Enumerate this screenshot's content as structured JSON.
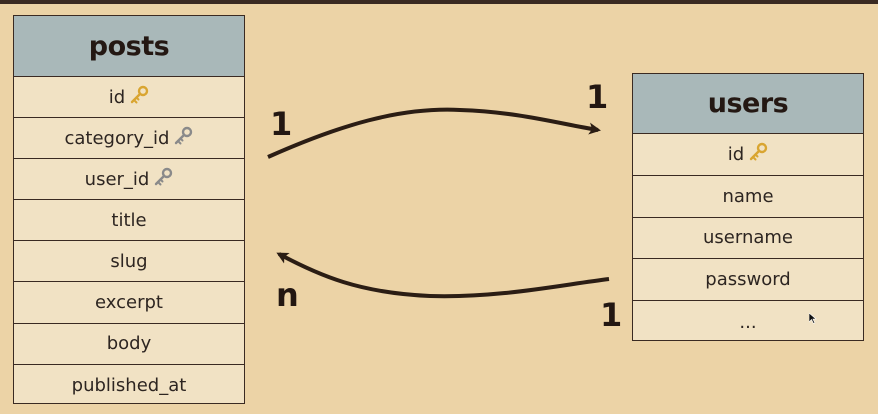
{
  "posts": {
    "title": "posts",
    "fields": [
      {
        "label": "id",
        "key": "primary"
      },
      {
        "label": "category_id",
        "key": "foreign"
      },
      {
        "label": "user_id",
        "key": "foreign"
      },
      {
        "label": "title"
      },
      {
        "label": "slug"
      },
      {
        "label": "excerpt"
      },
      {
        "label": "body"
      },
      {
        "label": "published_at"
      }
    ]
  },
  "users": {
    "title": "users",
    "fields": [
      {
        "label": "id",
        "key": "primary"
      },
      {
        "label": "name"
      },
      {
        "label": "username"
      },
      {
        "label": "password"
      },
      {
        "label": "..."
      }
    ]
  },
  "relations": {
    "top_left": "1",
    "top_right": "1",
    "bottom_left": "n",
    "bottom_right": "1"
  },
  "colors": {
    "background": "#ecd3a6",
    "header": "#a9b8b9",
    "row": "#f1e2c4",
    "line": "#3a2a22",
    "primary_key": "#d9a531",
    "foreign_key": "#8a8a8a"
  }
}
